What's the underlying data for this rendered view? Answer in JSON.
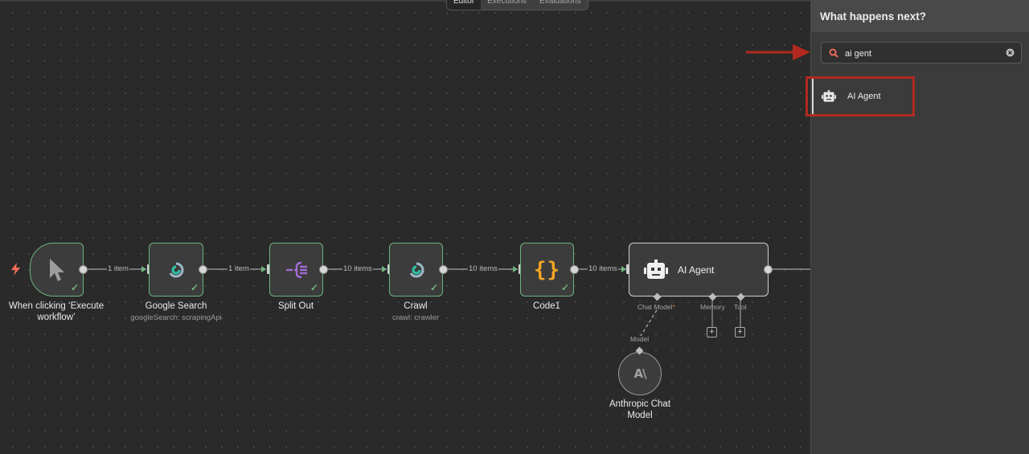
{
  "tabs": [
    {
      "label": "Editor",
      "active": true
    },
    {
      "label": "Executions",
      "active": false
    },
    {
      "label": "Evaluations",
      "active": false
    }
  ],
  "nodes": {
    "trigger": {
      "label": "When clicking ‘Execute workflow’"
    },
    "google_search": {
      "label": "Google Search",
      "sublabel": "googleSearch: scrapingApi"
    },
    "split_out": {
      "label": "Split Out"
    },
    "crawl": {
      "label": "Crawl",
      "sublabel": "crawl: crawler"
    },
    "code1": {
      "label": "Code1",
      "icon_text": "{}"
    },
    "ai_agent": {
      "label": "AI Agent",
      "ports": {
        "chat_model": "Chat Model",
        "required_mark": "*",
        "memory": "Memory",
        "tool": "Tool"
      }
    },
    "anthropic": {
      "label": "Anthropic Chat Model",
      "icon_text": "A\\",
      "port_label": "Model"
    }
  },
  "edges": {
    "e1": "1 item",
    "e2": "1 item",
    "e3": "10 items",
    "e4": "10 items",
    "e5": "10 items"
  },
  "panel": {
    "title": "What happens next?",
    "search_value": "ai gent",
    "results": [
      {
        "label": "AI Agent",
        "icon": "robot-icon"
      }
    ]
  },
  "colors": {
    "accent_green": "#6cb47e",
    "annotation_red": "#b22a1f",
    "code_orange": "#f5a623",
    "split_purple": "#a16cd8",
    "trigger_orange": "#ff6d5a"
  }
}
